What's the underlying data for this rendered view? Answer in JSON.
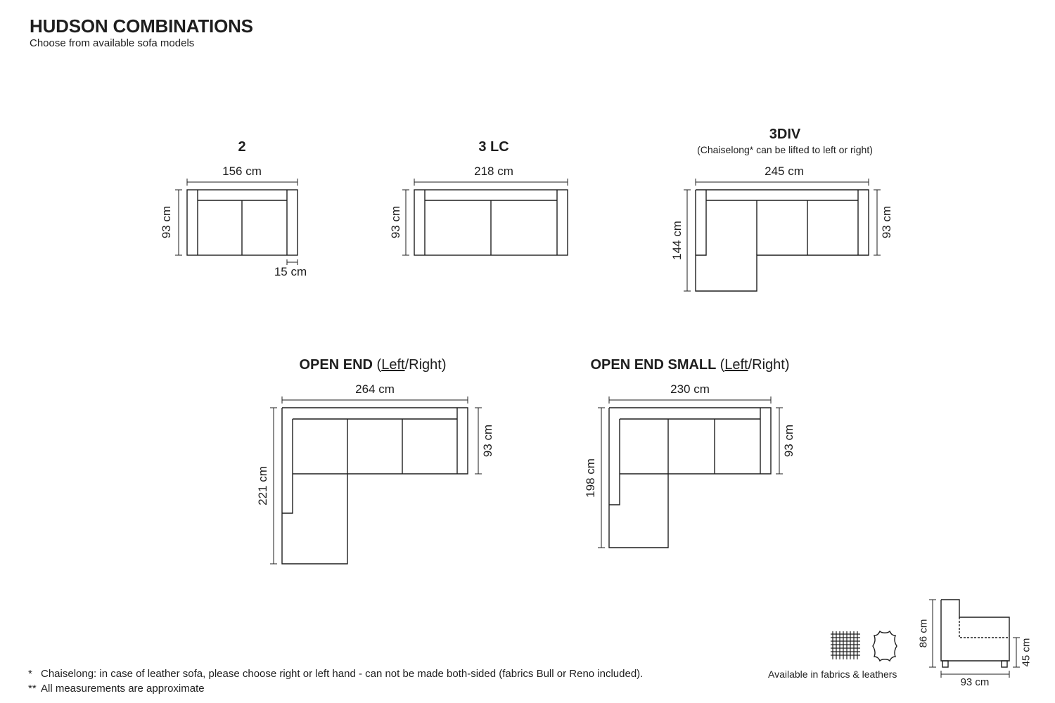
{
  "header": {
    "title": "HUDSON COMBINATIONS",
    "subtitle": "Choose from available sofa models"
  },
  "models": {
    "m2": {
      "title": "2",
      "width": "156 cm",
      "depth": "93 cm",
      "arm": "15 cm"
    },
    "m3lc": {
      "title": "3 LC",
      "width": "218 cm",
      "depth": "93 cm"
    },
    "m3div": {
      "title": "3DIV",
      "note": "(Chaiselong* can be lifted to left or right)",
      "width": "245 cm",
      "depth_total": "144 cm",
      "depth": "93 cm"
    },
    "open_end": {
      "title": "OPEN END",
      "paren_open": "(",
      "left": "Left",
      "slash": "/",
      "right": "Right",
      "paren_close": ")",
      "width": "264 cm",
      "depth_total": "221 cm",
      "depth": "93 cm"
    },
    "open_end_small": {
      "title": "OPEN END SMALL",
      "paren_open": "(",
      "left": "Left",
      "slash": "/",
      "right": "Right",
      "paren_close": ")",
      "width": "230 cm",
      "depth_total": "198 cm",
      "depth": "93 cm"
    }
  },
  "side_view": {
    "height": "86 cm",
    "seat_height": "45 cm",
    "depth": "93 cm"
  },
  "availability": {
    "label": "Available in fabrics & leathers",
    "icons": [
      "fabric-grid-icon",
      "leather-hide-icon"
    ]
  },
  "footnotes": [
    {
      "mark": "*",
      "text": "Chaiselong: in case of leather sofa, please choose right or left hand - can not be made both-sided (fabrics Bull or Reno included)."
    },
    {
      "mark": "**",
      "text": "All measurements are approximate"
    }
  ]
}
